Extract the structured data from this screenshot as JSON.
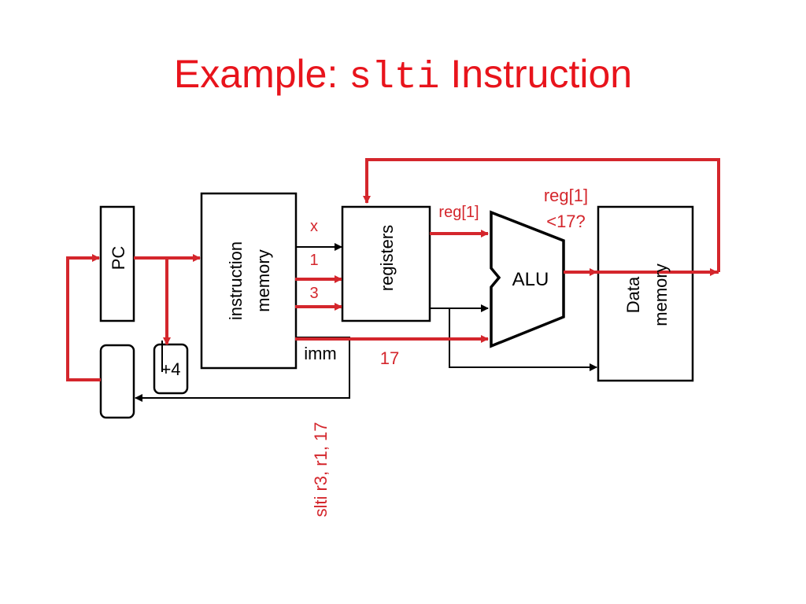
{
  "title": {
    "prefix": "Example:",
    "code": "slti",
    "suffix": "Instruction"
  },
  "colors": {
    "title": "#e8141c",
    "active_path": "#d4262c",
    "inactive_path": "#000000",
    "annotation": "#d4262c"
  },
  "components": {
    "pc": "PC",
    "instruction_memory": [
      "instruction",
      "memory"
    ],
    "registers": "registers",
    "alu": "ALU",
    "data_memory": [
      "Data",
      "memory"
    ],
    "adder": "+4"
  },
  "signals": {
    "rs_field": "x",
    "rt_field": "1",
    "rd_field": "3",
    "imm": "imm",
    "imm_value": "17",
    "alu_input": "reg[1]",
    "alu_result": [
      "reg[1]",
      "<17?"
    ]
  },
  "instruction": "slti r3, r1, 17"
}
